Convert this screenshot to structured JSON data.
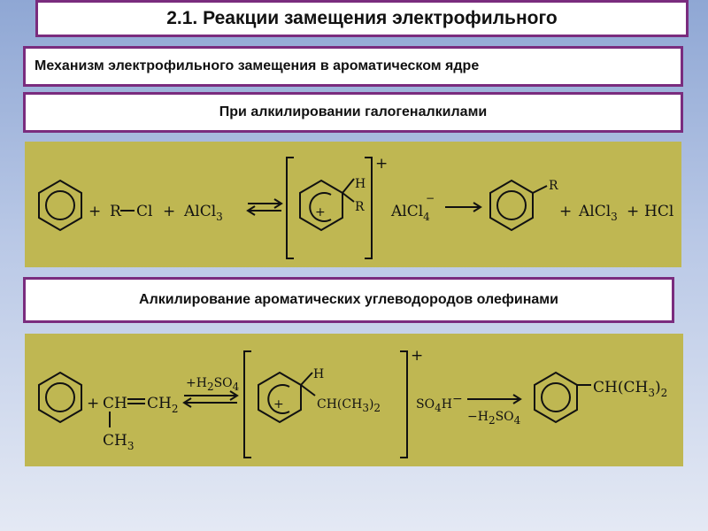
{
  "title": "2.1. Реакции замещения электрофильного",
  "mechanism_heading": "Механизм электрофильного замещения в ароматическом ядре",
  "section1_heading": "При алкилировании галогеналкилами",
  "section2_heading": "Алкилирование ароматических  углеводородов олефинами",
  "reaction1": {
    "plus": "+",
    "reagent_rcl": "R—Cl",
    "catalyst": "AlCl",
    "catalyst_sub": "3",
    "complex_h": "H",
    "complex_r": "R",
    "complex_charge": "+",
    "ring_charge": "+",
    "anion": "AlCl",
    "anion_sub": "4",
    "anion_charge": "−",
    "product_r": "R",
    "byproduct_hcl": "HCl"
  },
  "reaction2": {
    "plus": "+",
    "olefin_ch": "CH",
    "olefin_ch2": "CH",
    "olefin_ch2_sub": "2",
    "olefin_ch3": "CH",
    "olefin_ch3_sub": "3",
    "forward_label": "+H",
    "forward_label_sub1": "2",
    "forward_label_so4": "SO",
    "forward_label_sub2": "4",
    "complex_h": "H",
    "complex_group": "CH(CH",
    "complex_group_sub": "3",
    "complex_group_end": ")",
    "complex_group_sub2": "2",
    "complex_charge": "+",
    "ring_charge": "+",
    "anion": "SO",
    "anion_sub": "4",
    "anion_h": "H",
    "anion_charge": "−",
    "backward_label": "−H",
    "backward_label_sub1": "2",
    "backward_label_so4": "SO",
    "backward_label_sub2": "4",
    "product_group": "CH(CH",
    "product_group_sub": "3",
    "product_group_end": ")",
    "product_group_sub2": "2"
  }
}
